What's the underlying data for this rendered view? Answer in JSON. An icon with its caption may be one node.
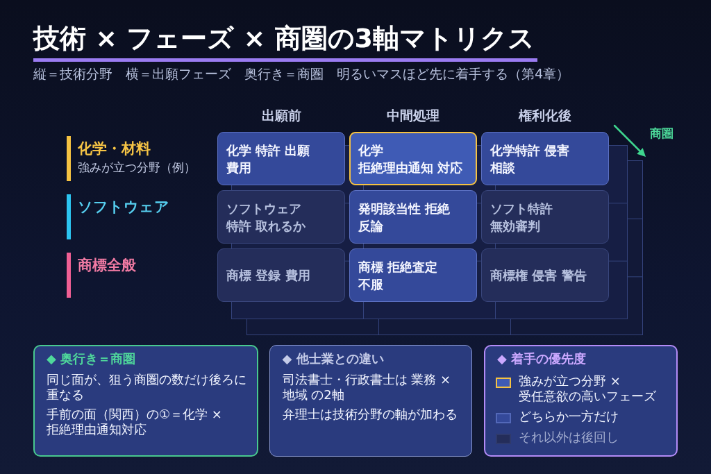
{
  "diagram": {
    "title": "技術 × フェーズ × 商圏の3軸マトリクス",
    "nodes": [
      {
        "text": [
          "化学 特許 出願費用"
        ]
      },
      {
        "text": [
          "化学拒絶理由通知 対応"
        ]
      },
      {
        "text": [
          "化学特許 侵害相談"
        ]
      },
      {
        "text": [
          "ソフトウェア特許 取れるか"
        ]
      },
      {
        "text": [
          "発明該当性 拒絶反論"
        ]
      },
      {
        "text": [
          "ソフト特許無効審判"
        ]
      },
      {
        "text": [
          "商標 登録 費用"
        ]
      },
      {
        "text": [
          "商標 拒絶査定不服"
        ]
      },
      {
        "text": [
          "商標権 侵害 警告"
        ]
      },
      {
        "text": [
          "◆ 奥行き＝商圏",
          "同じ面が、狙う商圏の数だけ後ろに重なる",
          "手前の面（関西）の①＝化学 × 拒絶理由通知対応"
        ]
      },
      {
        "text": [
          "◆ 他士業との違い",
          "司法書士・行政書士は 業務 × 地域 の2軸",
          "弁理士は技術分野の軸が加わる"
        ]
      },
      {
        "text": [
          "◆ 着手の優先度"
        ]
      }
    ],
    "labels": [
      "縦＝技術分野　横＝出願フェーズ　奥行き＝商圏　明るいマスほど先に着手する（第4章）",
      "出願前",
      "中間処理",
      "権利化後",
      "商圏",
      "化学・材料",
      "強みが立つ分野（例）",
      "ソフトウェア",
      "商標全般"
    ],
    "legend": [
      {
        "text": "強みが立つ分野 × 受任意欲の高いフェーズ",
        "color": "#3f5bb5"
      },
      {
        "text": "どちらか一方だけ",
        "color": "#34499a"
      },
      {
        "text": "それ以外は後回し",
        "color": "#242d5a"
      }
    ]
  }
}
